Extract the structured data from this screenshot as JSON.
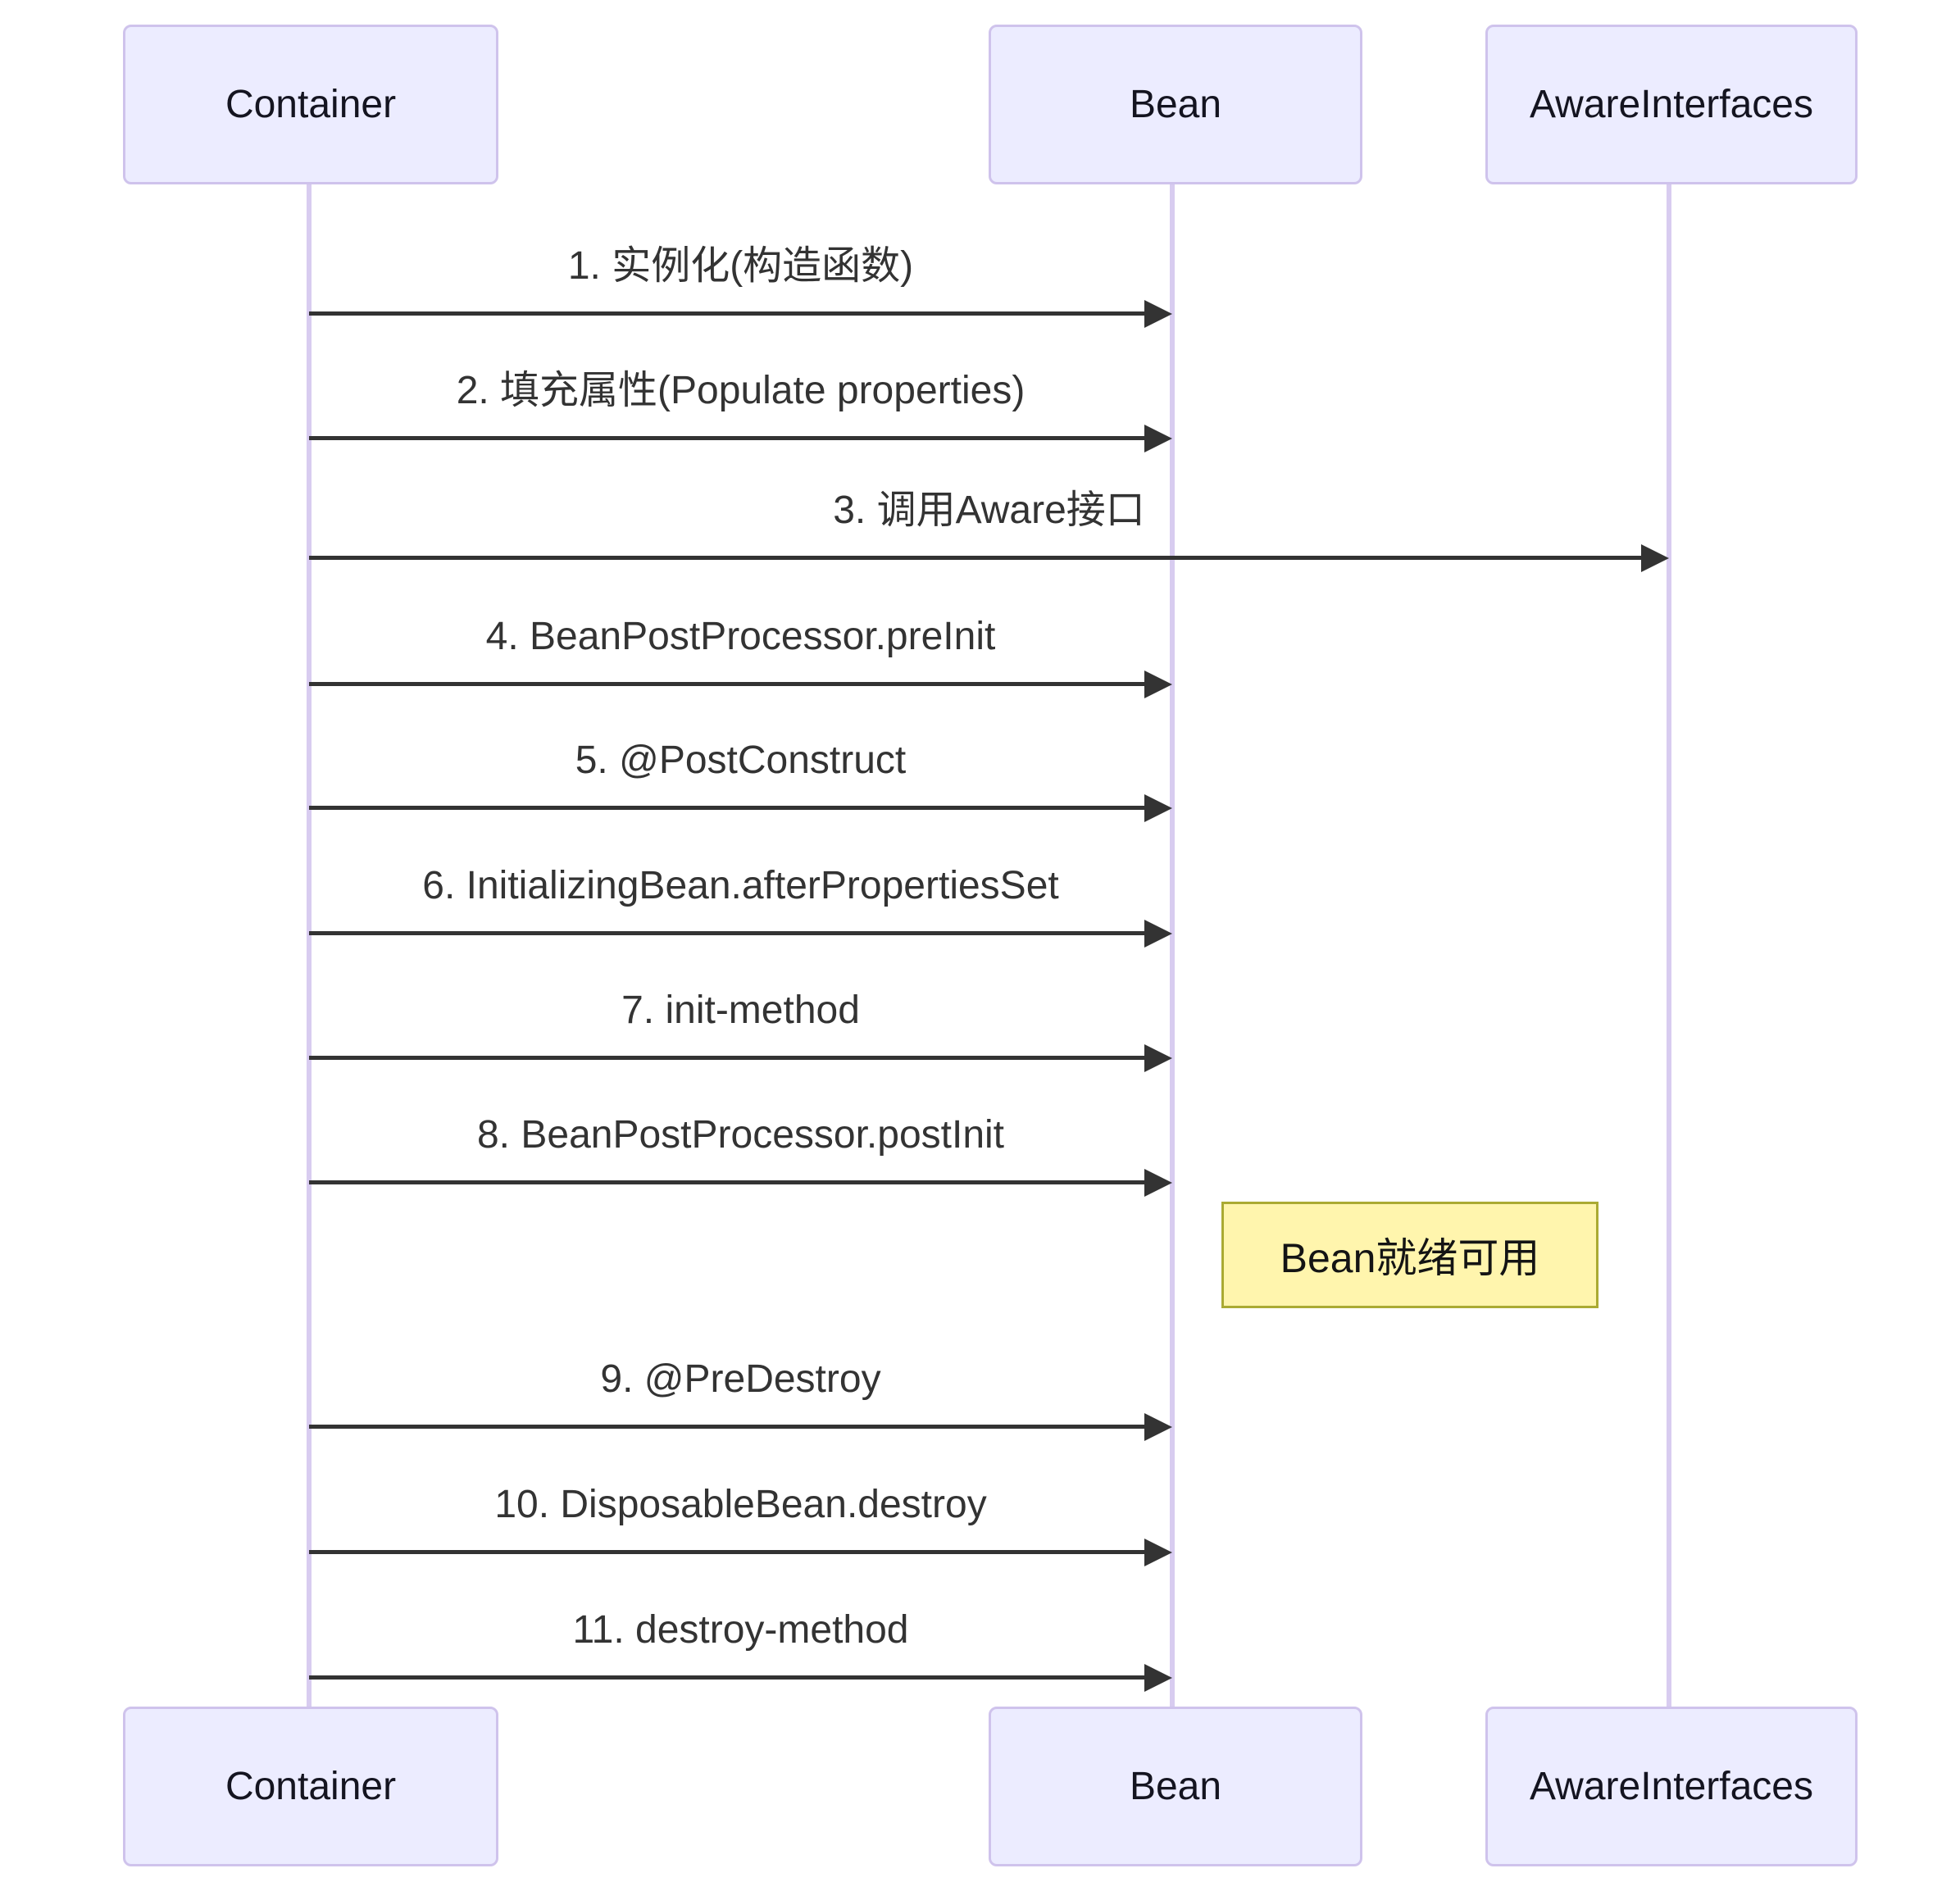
{
  "diagram": {
    "type": "sequence-diagram",
    "topic": "Spring Bean lifecycle",
    "participants": [
      {
        "id": "container",
        "label": "Container"
      },
      {
        "id": "bean",
        "label": "Bean"
      },
      {
        "id": "aware",
        "label": "AwareInterfaces"
      }
    ],
    "messages": [
      {
        "seq": 1,
        "label": "1. 实例化(构造函数)",
        "from": "Container",
        "to": "Bean"
      },
      {
        "seq": 2,
        "label": "2. 填充属性(Populate properties)",
        "from": "Container",
        "to": "Bean"
      },
      {
        "seq": 3,
        "label": "3. 调用Aware接口",
        "from": "Container",
        "to": "AwareInterfaces"
      },
      {
        "seq": 4,
        "label": "4. BeanPostProcessor.preInit",
        "from": "Container",
        "to": "Bean"
      },
      {
        "seq": 5,
        "label": "5. @PostConstruct",
        "from": "Container",
        "to": "Bean"
      },
      {
        "seq": 6,
        "label": "6. InitializingBean.afterPropertiesSet",
        "from": "Container",
        "to": "Bean"
      },
      {
        "seq": 7,
        "label": "7. init-method",
        "from": "Container",
        "to": "Bean"
      },
      {
        "seq": 8,
        "label": "8. BeanPostProcessor.postInit",
        "from": "Container",
        "to": "Bean"
      },
      {
        "seq": 9,
        "label": "9. @PreDestroy",
        "from": "Container",
        "to": "Bean"
      },
      {
        "seq": 10,
        "label": "10. DisposableBean.destroy",
        "from": "Container",
        "to": "Bean"
      },
      {
        "seq": 11,
        "label": "11. destroy-method",
        "from": "Container",
        "to": "Bean"
      }
    ],
    "note": {
      "text": "Bean就绪可用",
      "position": "right of Bean"
    },
    "colors": {
      "background": "#FFFFFF",
      "actor_fill": "#ECECFF",
      "actor_border": "#CFC3EC",
      "lifeline": "#D8CCF0",
      "arrow": "#333333",
      "message_text": "#333333",
      "note_fill": "#FFF5AD",
      "note_border": "#AAAA33"
    }
  }
}
